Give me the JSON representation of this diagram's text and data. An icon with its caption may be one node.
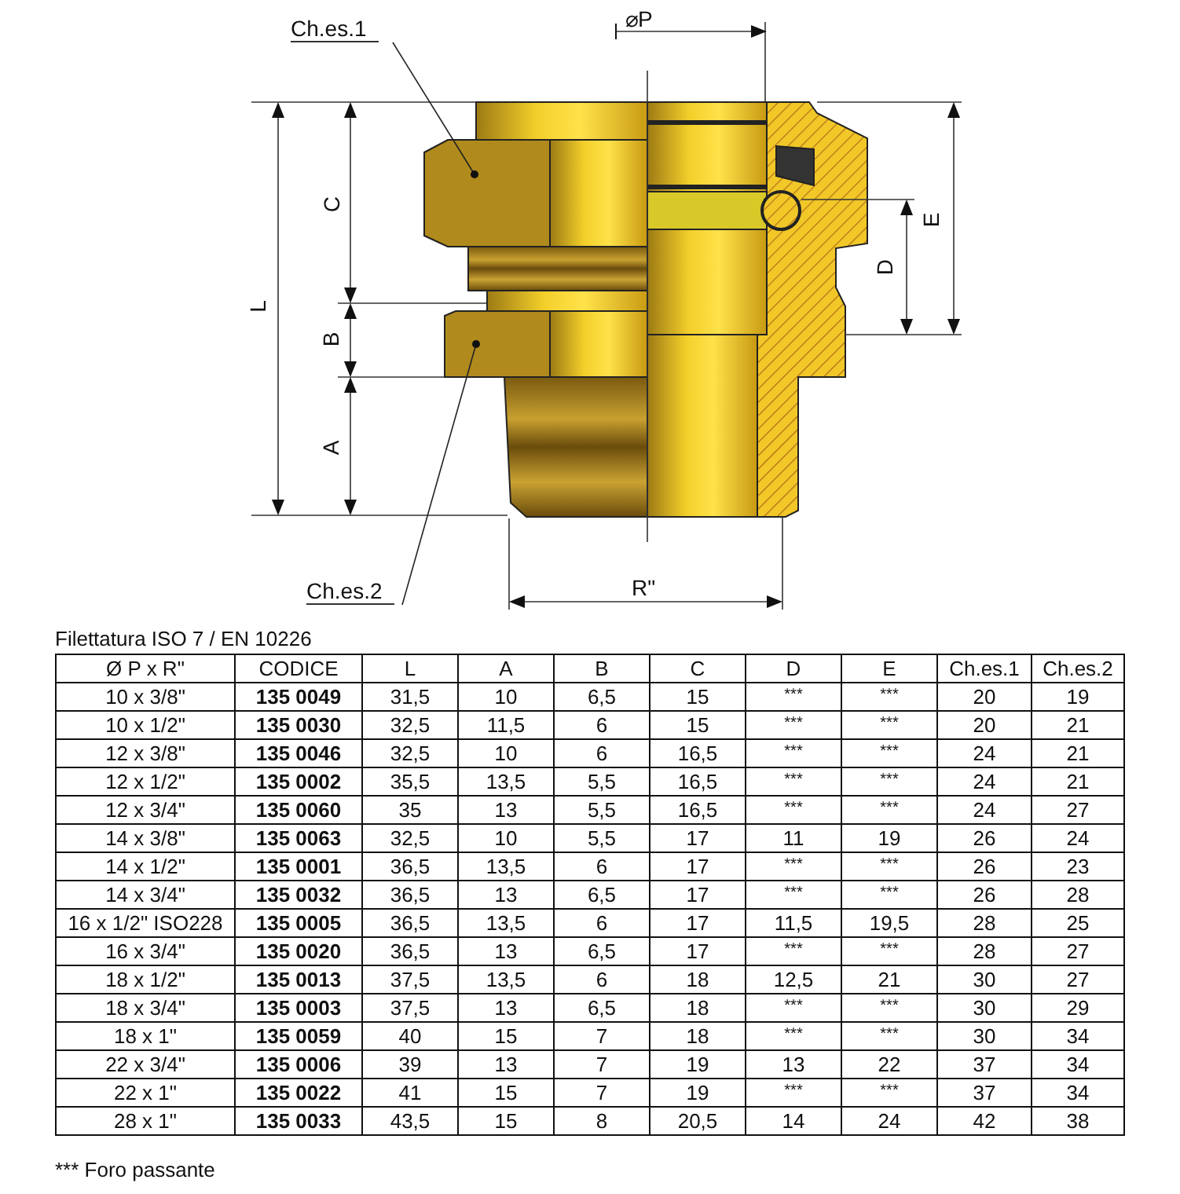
{
  "diagram": {
    "nodes": [
      {
        "text": [
          "Ch.es.1"
        ]
      },
      {
        "text": [],
        "shape": "hexagon"
      },
      {
        "text": [
          "Ch.es.2"
        ]
      },
      {
        "text": [],
        "shape": "hexagon"
      }
    ],
    "edges": [
      {
        "from": 0,
        "to": 1,
        "arrow": "other"
      },
      {
        "from": 2,
        "to": 3,
        "arrow": "other"
      }
    ],
    "labels": [
      "⌀P",
      "L",
      "C",
      "B",
      "A",
      "D",
      "E",
      "R\"",
      "Filettatura ISO 7 / EN 10226",
      "Ø P x R\"",
      "CODICE",
      "L",
      "A",
      "B",
      "C",
      "D",
      "E",
      "Ch.es.1",
      "Ch.es.2",
      "10 x 3/8\"",
      "135 0049",
      "31,5",
      "10",
      "6,5",
      "15",
      "***",
      "***",
      "20",
      "19",
      "10 x 1/2\"",
      "135 0030",
      "32,5",
      "11,5",
      "6",
      "15",
      "***",
      "***",
      "20",
      "21",
      "12 x 3/8\"",
      "135 0046",
      "32,5",
      "10",
      "6",
      "16,5",
      "***",
      "***",
      "24",
      "21",
      "12 x 1/2\"",
      "135 0002",
      "35,5",
      "13,5",
      "5,5",
      "16,5",
      "***",
      "***",
      "24",
      "21",
      "12 x 3/4\"",
      "135 0060",
      "35",
      "13",
      "5,5",
      "16,5",
      "***",
      "***",
      "24",
      "27",
      "14 x 3/8\"",
      "135 0063",
      "32,5",
      "10",
      "5,5",
      "17",
      "11",
      "19",
      "26",
      "24",
      "14 x 1/2\"",
      "135 0001",
      "36,5",
      "13,5",
      "6",
      "17",
      "***",
      "***",
      "26",
      "23",
      "14 x 3/4\"",
      "135 0032",
      "36,5",
      "13",
      "6,5",
      "17",
      "***",
      "***",
      "26",
      "28",
      "16 x 1/2\" ISO228",
      "135 0005",
      "36,5",
      "13,5",
      "6",
      "17",
      "11,5",
      "19,5",
      "28",
      "25",
      "16 x 3/4\"",
      "135 0020",
      "36,5",
      "13",
      "6,5",
      "17",
      "***",
      "***",
      "28",
      "27",
      "18 x 1/2\"",
      "135 0013",
      "37,5",
      "13,5",
      "6",
      "18",
      "12,5",
      "21",
      "30",
      "27",
      "18 x 3/4\"",
      "135 0003",
      "37,5",
      "13",
      "6,5",
      "18",
      "***",
      "***",
      "30",
      "29",
      "18 x 1\"",
      "135 0059",
      "40",
      "15",
      "7",
      "18",
      "***",
      "***",
      "30",
      "34",
      "22 x 3/4\"",
      "135 0006",
      "39",
      "13",
      "7",
      "19",
      "13",
      "22",
      "37",
      "34",
      "22 x 1\"",
      "135 0022",
      "41",
      "15",
      "7",
      "19",
      "***",
      "***",
      "37",
      "34",
      "28 x 1\"",
      "135 0033",
      "43,5",
      "15",
      "8",
      "20,5",
      "14",
      "24",
      "42",
      "38",
      "*** Foro passante"
    ]
  }
}
